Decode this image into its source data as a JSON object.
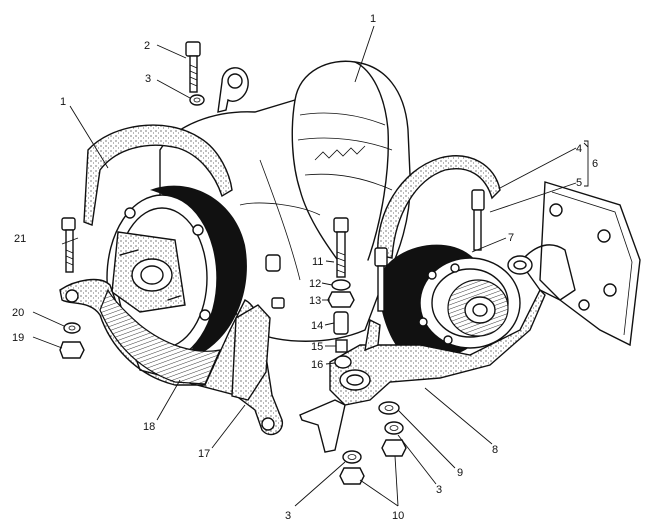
{
  "callouts": [
    {
      "id": "c1a",
      "text": "1"
    },
    {
      "id": "c1b",
      "text": "1"
    },
    {
      "id": "c2",
      "text": "2"
    },
    {
      "id": "c3a",
      "text": "3"
    },
    {
      "id": "c3b",
      "text": "3"
    },
    {
      "id": "c3c",
      "text": "3"
    },
    {
      "id": "c4",
      "text": "4"
    },
    {
      "id": "c5",
      "text": "5"
    },
    {
      "id": "c6",
      "text": "6"
    },
    {
      "id": "c7",
      "text": "7"
    },
    {
      "id": "c8",
      "text": "8"
    },
    {
      "id": "c9",
      "text": "9"
    },
    {
      "id": "c10",
      "text": "10"
    },
    {
      "id": "c11",
      "text": "11"
    },
    {
      "id": "c12",
      "text": "12"
    },
    {
      "id": "c13",
      "text": "13"
    },
    {
      "id": "c14",
      "text": "14"
    },
    {
      "id": "c15",
      "text": "15"
    },
    {
      "id": "c16",
      "text": "16"
    },
    {
      "id": "c17",
      "text": "17"
    },
    {
      "id": "c18",
      "text": "18"
    },
    {
      "id": "c19",
      "text": "19"
    },
    {
      "id": "c20",
      "text": "20"
    },
    {
      "id": "c21",
      "text": "21"
    }
  ]
}
